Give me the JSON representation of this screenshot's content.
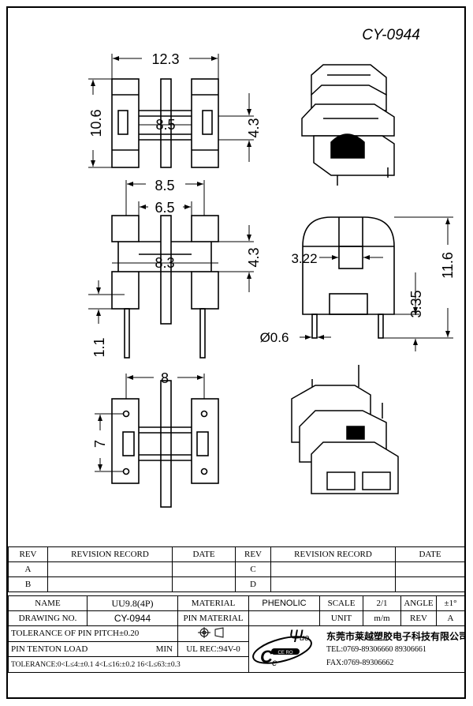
{
  "drawing_title": "CY-0944",
  "dims": {
    "top_width": "12.3",
    "top_height": "10.6",
    "top_inner": "8.5",
    "top_right": "4.3",
    "mid_outer": "8.5",
    "mid_inner": "6.5",
    "mid_center": "8.3",
    "mid_right": "4.3",
    "mid_left": "1.1",
    "side_slot": "3.22",
    "side_height": "11.6",
    "side_pin": "3.35",
    "pin_dia": "Ø0.6",
    "bottom_width": "8",
    "bottom_height": "7"
  },
  "revision": {
    "h_rev": "REV",
    "h_record": "REVISION RECORD",
    "h_date": "DATE",
    "rows": [
      {
        "left": "A",
        "right": "C"
      },
      {
        "left": "B",
        "right": "D"
      }
    ]
  },
  "title_block": {
    "name_label": "NAME",
    "name_value": "UU9.8(4P)",
    "material_label": "MATERIAL",
    "material_value": "PHENOLIC",
    "scale_label": "SCALE",
    "scale_value": "2/1",
    "angle_label": "ANGLE",
    "angle_value": "±1°",
    "drawing_no_label": "DRAWING NO.",
    "drawing_no_value": "CY-0944",
    "pin_material_label": "PIN MATERIAL",
    "unit_label": "UNIT",
    "unit_value": "m/m",
    "rev_label": "REV",
    "rev_value": "A",
    "tol_pitch": "TOLERANCE OF PIN PITCH±0.20",
    "pin_tension": "PIN TENTON LOAD",
    "pin_tension_unit": "MIN",
    "ul": "UL REC:94V-0",
    "tolerance": "TOLERANCE:0<L≤4:±0.1  4<L≤16:±0.2  16<L≤63:±0.3",
    "company": "东莞市莱越塑胶电子科技有限公司",
    "tel": "TEL:0769-89306660 89306661",
    "fax": "FAX:0769-89306662",
    "logo_c": "C",
    "logo_e": "e",
    "logo_ue": "ue",
    "logo_psi": "Ψ",
    "logo_badge": "CE  RO"
  }
}
